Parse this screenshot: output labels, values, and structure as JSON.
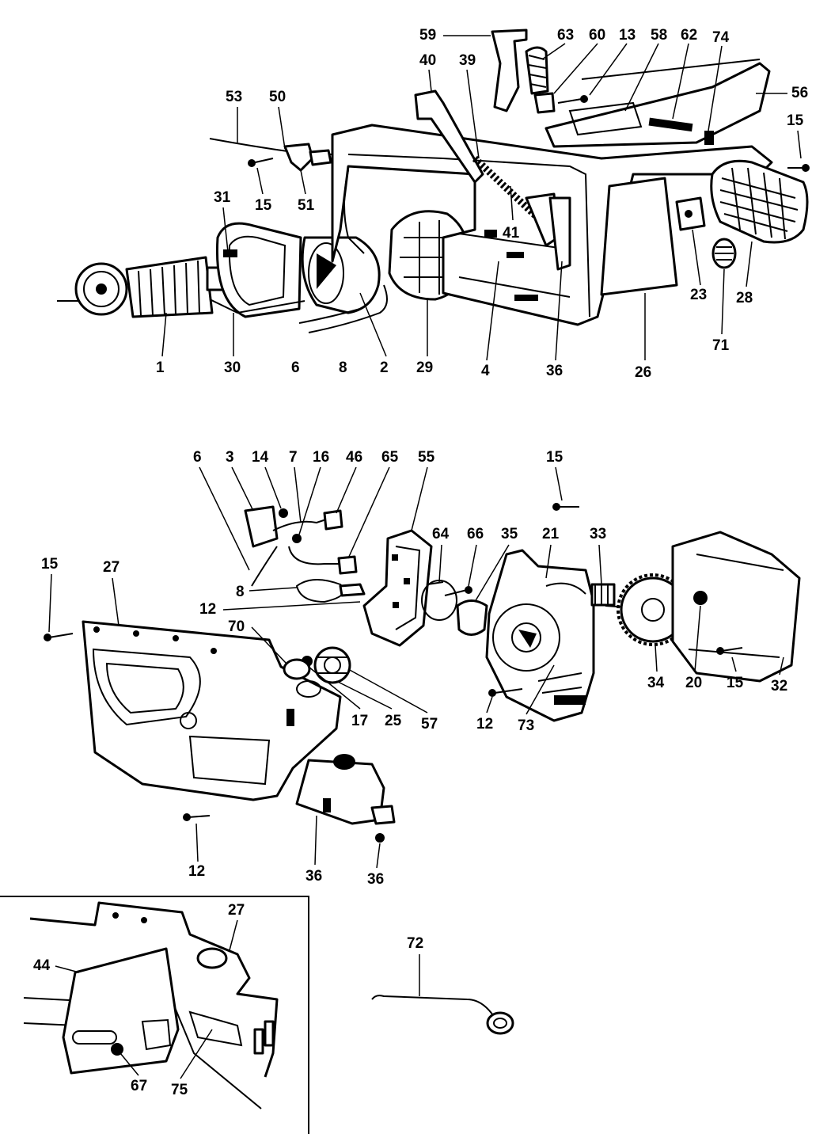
{
  "labels": {
    "l59": "59",
    "l63": "63",
    "l60": "60",
    "l13": "13",
    "l58": "58",
    "l62": "62",
    "l74": "74",
    "l56": "56",
    "l40": "40",
    "l39": "39",
    "l53": "53",
    "l50": "50",
    "l15a": "15",
    "l15b": "15",
    "l51": "51",
    "l31": "31",
    "l41": "41",
    "l23": "23",
    "l28": "28",
    "l71": "71",
    "l1": "1",
    "l30": "30",
    "l6a": "6",
    "l8a": "8",
    "l2": "2",
    "l29": "29",
    "l4": "4",
    "l36a": "36",
    "l26": "26",
    "l6b": "6",
    "l3": "3",
    "l14": "14",
    "l7": "7",
    "l16": "16",
    "l46": "46",
    "l65": "65",
    "l55": "55",
    "l15c": "15",
    "l64": "64",
    "l66": "66",
    "l35": "35",
    "l21": "21",
    "l33": "33",
    "l15d": "15",
    "l27a": "27",
    "l70": "70",
    "l8b": "8",
    "l12a": "12",
    "l17": "17",
    "l25": "25",
    "l57": "57",
    "l12b": "12",
    "l73": "73",
    "l34": "34",
    "l20": "20",
    "l15e": "15",
    "l32": "32",
    "l12c": "12",
    "l36b": "36",
    "l36c": "36",
    "l27b": "27",
    "l44": "44",
    "l72": "72",
    "l67": "67",
    "l75": "75"
  }
}
